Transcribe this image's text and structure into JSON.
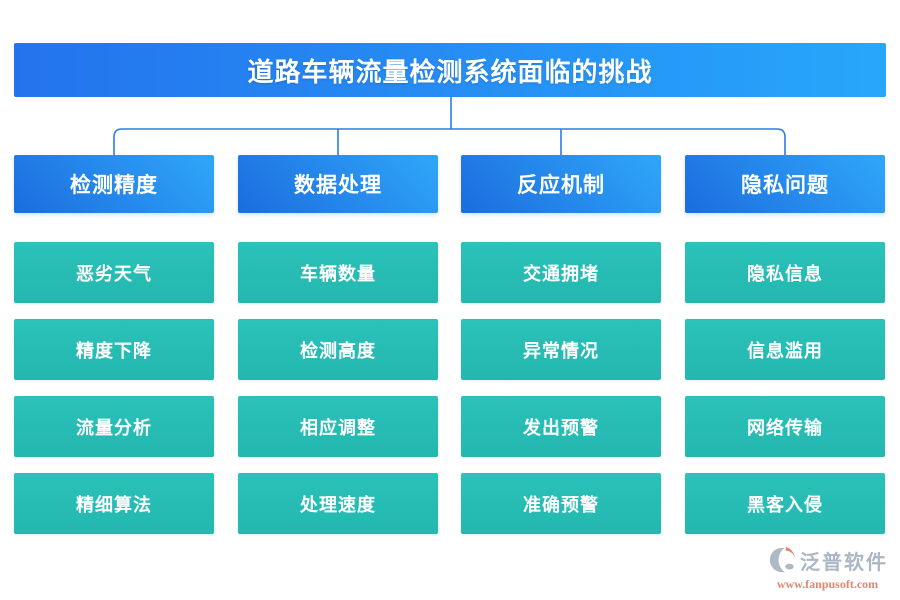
{
  "title": "道路车辆流量检测系统面临的挑战",
  "columns": [
    {
      "header": "检测精度",
      "items": [
        "恶劣天气",
        "精度下降",
        "流量分析",
        "精细算法"
      ]
    },
    {
      "header": "数据处理",
      "items": [
        "车辆数量",
        "检测高度",
        "相应调整",
        "处理速度"
      ]
    },
    {
      "header": "反应机制",
      "items": [
        "交通拥堵",
        "异常情况",
        "发出预警",
        "准确预警"
      ]
    },
    {
      "header": "隐私问题",
      "items": [
        "隐私信息",
        "信息滥用",
        "网络传输",
        "黑客入侵"
      ]
    }
  ],
  "watermark": {
    "brand": "泛普软件",
    "url": "www.fanpusoft.com"
  },
  "colors": {
    "banner_gradient_start": "#2473ed",
    "banner_gradient_end": "#27a7fb",
    "header_gradient_start": "#1c6cdf",
    "header_gradient_end": "#2fa7f9",
    "node_teal": "#26bcb4",
    "connector_blue": "#2b7ce9",
    "logo_gray": "#a2adbb",
    "logo_orange": "#de7259"
  }
}
